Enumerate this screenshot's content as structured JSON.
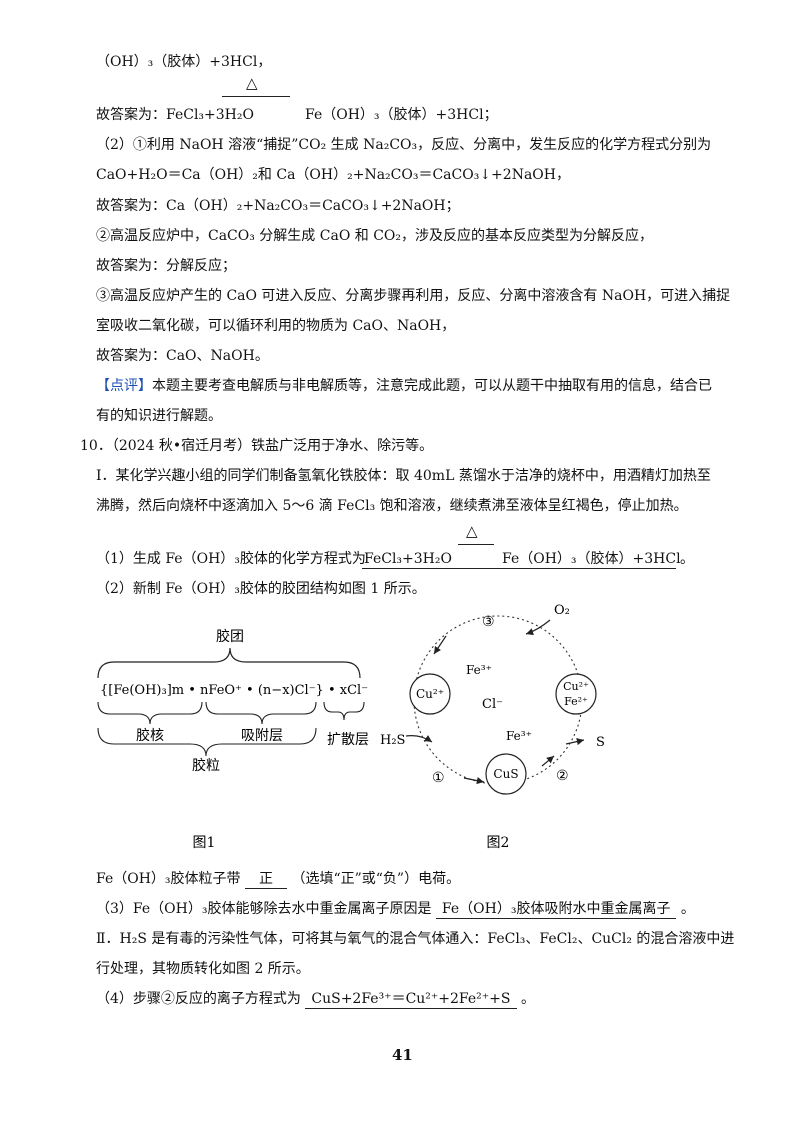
{
  "lines": {
    "l1": "（OH）₃（胶体）+3HCl，",
    "ans1_prefix": "故答案为：FeCl₃+3H₂O",
    "ans1_suffix": "Fe（OH）₃（胶体）+3HCl；",
    "q2_1": "（2）①利用 NaOH 溶液“捕捉”CO₂ 生成 Na₂CO₃，反应、分离中，发生反应的化学方程式分别为",
    "q2_2": "CaO+H₂O＝Ca（OH）₂和 Ca（OH）₂+Na₂CO₃＝CaCO₃↓+2NaOH，",
    "ans2": "故答案为：Ca（OH）₂+Na₂CO₃＝CaCO₃↓+2NaOH；",
    "q2_3": "②高温反应炉中，CaCO₃ 分解生成 CaO 和 CO₂，涉及反应的基本反应类型为分解反应，",
    "ans3": "故答案为：分解反应；",
    "q2_4a": "③高温反应炉产生的 CaO 可进入反应、分离步骤再利用，反应、分离中溶液含有 NaOH，可进入捕捉",
    "q2_4b": "室吸收二氧化碳，可以循环利用的物质为 CaO、NaOH，",
    "ans4": "故答案为：CaO、NaOH。",
    "comment_tag": "【点评】",
    "comment_a": "本题主要考查电解质与非电解质等，注意完成此题，可以从题干中抽取有用的信息，结合已",
    "comment_b": "有的知识进行解题。",
    "q10": "10．（2024 秋•宿迁月考）铁盐广泛用于净水、除污等。",
    "p1a": "Ⅰ．某化学兴趣小组的同学们制备氢氧化铁胶体：取 40mL 蒸馏水于洁净的烧杯中，用酒精灯加热至",
    "p1b": "沸腾，然后向烧杯中逐滴加入 5～6 滴 FeCl₃ 饱和溶液，继续煮沸至液体呈红褐色，停止加热。",
    "s1_prefix": "（1）生成 Fe（OH）₃胶体的化学方程式为",
    "s1_left": "FeCl₃+3H₂O",
    "s1_right": "Fe（OH）₃（胶体）+3HCl",
    "s1_end": "。",
    "s2": "（2）新制 Fe（OH）₃胶体的胶团结构如图 1 所示。",
    "charge_prefix": "Fe（OH）₃胶体粒子带",
    "charge_answer": "正",
    "charge_suffix": "（选填“正”或“负”）电荷。",
    "s3_prefix": "（3）Fe（OH）₃胶体能够除去水中重金属离子原因是",
    "s3_answer": "Fe（OH）₃胶体吸附水中重金属离子",
    "s3_end": "。",
    "p2a": "Ⅱ．H₂S 是有毒的污染性气体，可将其与氧气的混合气体通入：FeCl₃、FeCl₂、CuCl₂ 的混合溶液中进",
    "p2b": "行处理，其物质转化如图 2 所示。",
    "s4_prefix": "（4）步骤②反应的离子方程式为",
    "s4_answer": "CuS+2Fe³⁺＝Cu²⁺+2Fe²⁺+S",
    "s4_end": "。"
  },
  "condition_symbol": "△",
  "figure1": {
    "top_label": "胶团",
    "formula": "{[Fe(OH)₃]m • nFeO⁺ • (n−x)Cl⁻} • xCl⁻",
    "core_label": "胶核",
    "adsorb_label": "吸附层",
    "diffuse_label": "扩散层",
    "particle_label": "胶粒",
    "caption": "图1"
  },
  "figure2": {
    "o2": "O₂",
    "step3": "③",
    "fe3_top": "Fe³⁺",
    "cu2": "Cu²⁺",
    "cl": "Cl⁻",
    "cu2_right": "Cu²⁺",
    "fe2_right": "Fe²⁺",
    "h2s": "H₂S",
    "fe3_mid": "Fe³⁺",
    "s": "S",
    "step1": "①",
    "cus": "CuS",
    "step2": "②",
    "caption": "图2"
  },
  "page_number": "41"
}
